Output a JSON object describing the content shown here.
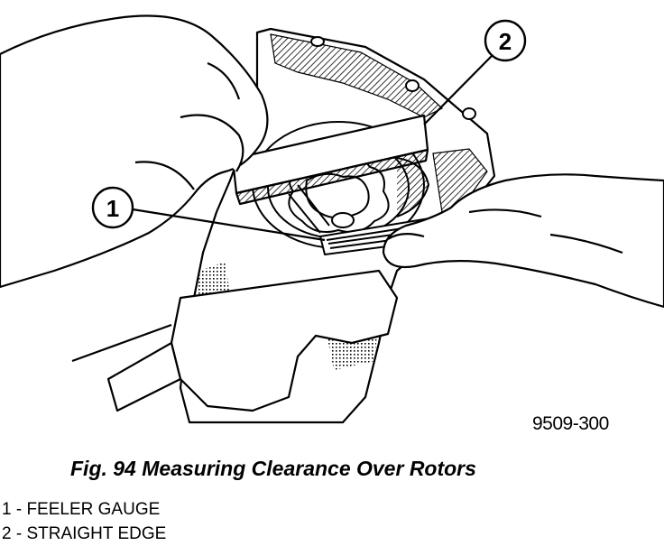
{
  "figure": {
    "code": "9509-300",
    "caption": "Fig. 94 Measuring Clearance Over Rotors",
    "callouts": [
      {
        "number": "1",
        "label": "FEELER GAUGE"
      },
      {
        "number": "2",
        "label": "STRAIGHT EDGE"
      }
    ],
    "legend": [
      "1 - FEELER GAUGE",
      "2 - STRAIGHT EDGE"
    ]
  }
}
